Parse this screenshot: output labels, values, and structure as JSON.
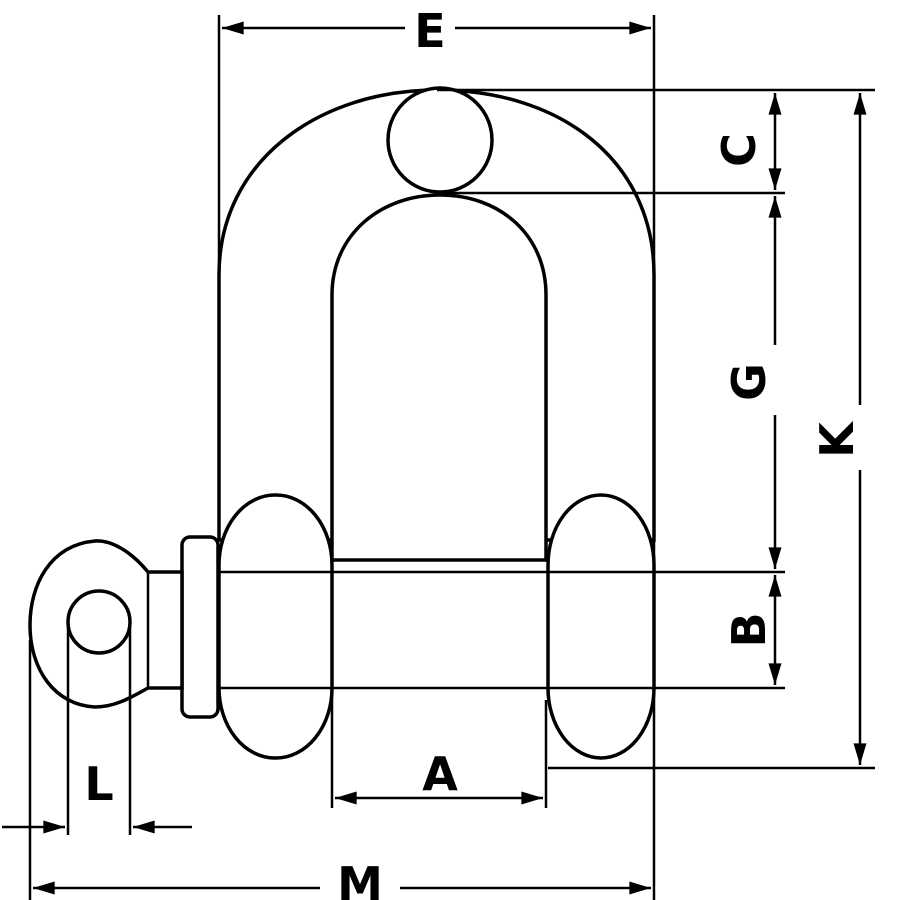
{
  "labels": {
    "E": "E",
    "C": "C",
    "G": "G",
    "K": "K",
    "B": "B",
    "A": "A",
    "L": "L",
    "M": "M"
  }
}
